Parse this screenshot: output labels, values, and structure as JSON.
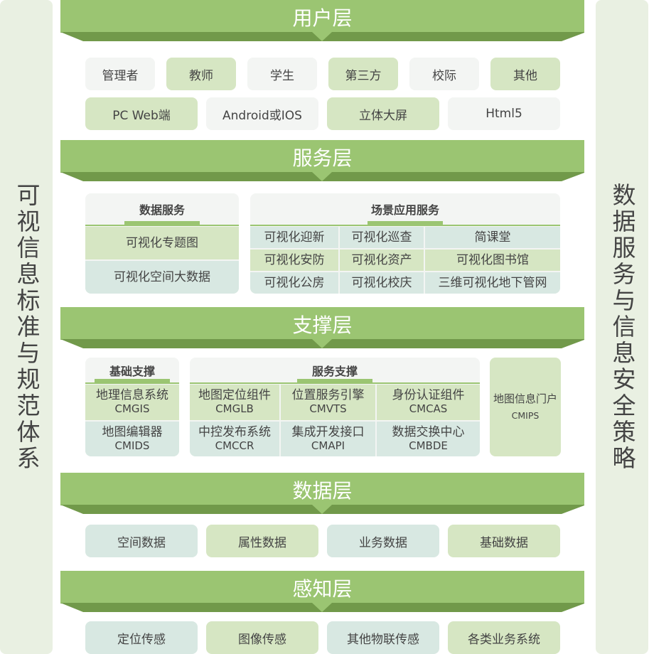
{
  "left_sidebar": "可视信息标准与规范体系",
  "right_sidebar": "数据服务与信息安全策略",
  "colors": {
    "banner": "#9bc572",
    "banner_dark": "#71994a",
    "green_box": "#d6e6c3",
    "grey_box": "#f3f5f3",
    "teal_box": "#d8e8e2"
  },
  "user_layer": {
    "title": "用户层",
    "roles": [
      "管理者",
      "教师",
      "学生",
      "第三方",
      "校际",
      "其他"
    ],
    "clients": [
      "PC Web端",
      "Android或IOS",
      "立体大屏",
      "Html5"
    ]
  },
  "service_layer": {
    "title": "服务层",
    "data_services": {
      "title": "数据服务",
      "items": [
        "可视化专题图",
        "可视化空间大数据"
      ]
    },
    "scene_services": {
      "title": "场景应用服务",
      "rows": [
        [
          "可视化迎新",
          "可视化巡查",
          "简课堂"
        ],
        [
          "可视化安防",
          "可视化资产",
          "可视化图书馆"
        ],
        [
          "可视化公房",
          "可视化校庆",
          "三维可视化地下管网"
        ]
      ]
    }
  },
  "support_layer": {
    "title": "支撑层",
    "basic": {
      "title": "基础支撑",
      "items": [
        {
          "name": "地理信息系统",
          "code": "CMGIS"
        },
        {
          "name": "地图编辑器",
          "code": "CMIDS"
        }
      ]
    },
    "service": {
      "title": "服务支撑",
      "items": [
        {
          "name": "地图定位组件",
          "code": "CMGLB"
        },
        {
          "name": "位置服务引擎",
          "code": "CMVTS"
        },
        {
          "name": "身份认证组件",
          "code": "CMCAS"
        },
        {
          "name": "中控发布系统",
          "code": "CMCCR"
        },
        {
          "name": "集成开发接口",
          "code": "CMAPI"
        },
        {
          "name": "数据交换中心",
          "code": "CMBDE"
        }
      ]
    },
    "portal": {
      "name": "地图信息门户",
      "code": "CMIPS"
    }
  },
  "data_layer": {
    "title": "数据层",
    "items": [
      "空间数据",
      "属性数据",
      "业务数据",
      "基础数据"
    ]
  },
  "perception_layer": {
    "title": "感知层",
    "items": [
      "定位传感",
      "图像传感",
      "其他物联传感",
      "各类业务系统"
    ]
  }
}
